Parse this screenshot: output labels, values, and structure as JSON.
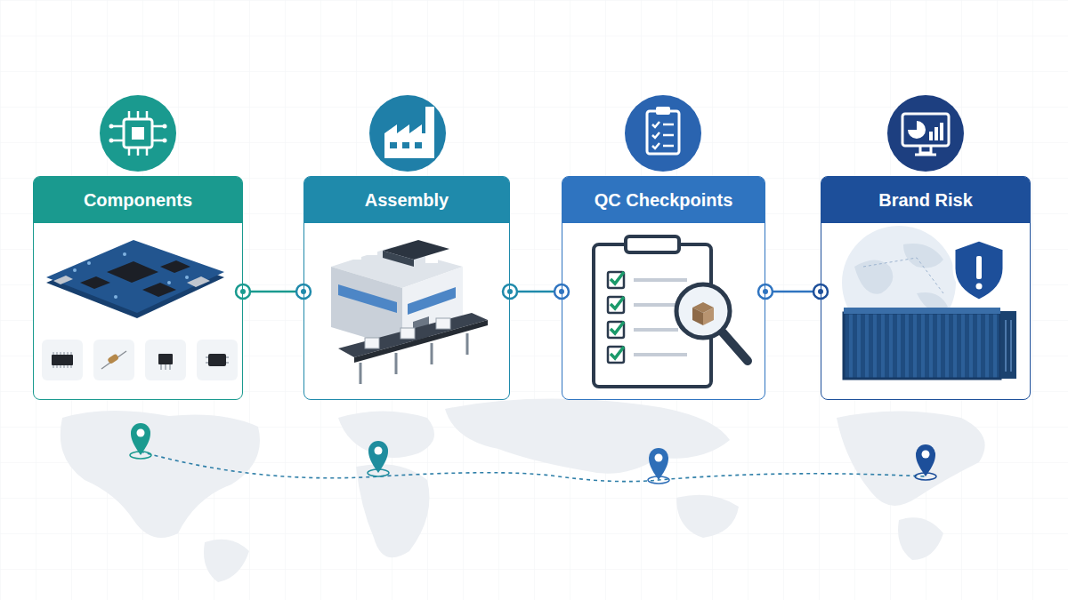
{
  "diagram": {
    "nodes": [
      {
        "text": [
          "Components"
        ]
      },
      {
        "text": [
          "Assembly"
        ]
      },
      {
        "text": [
          "QC Checkpoints"
        ]
      },
      {
        "text": [
          "Brand Risk"
        ]
      }
    ],
    "edges": [
      {
        "from": 0,
        "to": 1,
        "arrow": "none"
      },
      {
        "from": 1,
        "to": 2,
        "arrow": "none"
      },
      {
        "from": 2,
        "to": 3,
        "arrow": "none"
      }
    ]
  }
}
